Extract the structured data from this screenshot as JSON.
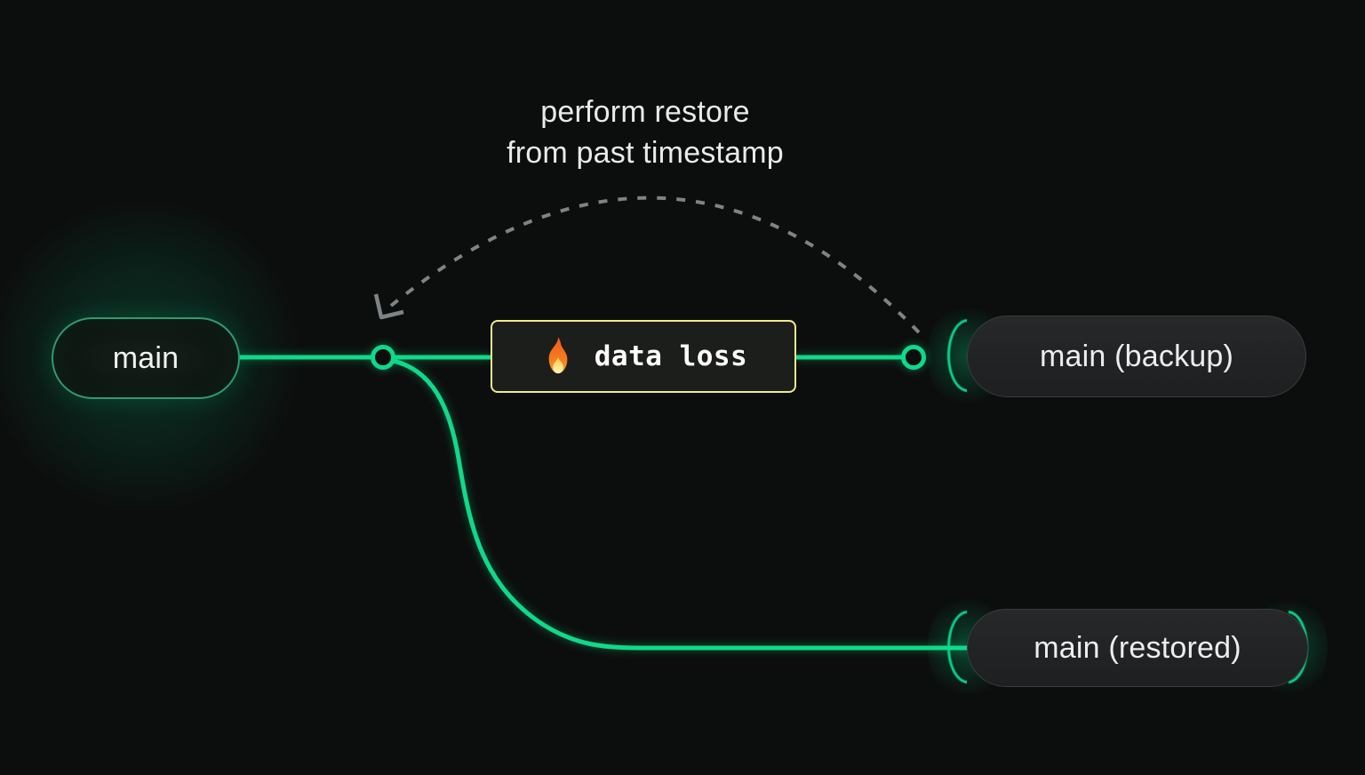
{
  "diagram": {
    "annotation": {
      "line1": "perform restore",
      "line2": "from past timestamp"
    },
    "nodes": {
      "main": {
        "label": "main"
      },
      "backup": {
        "label": "main (backup)"
      },
      "restored": {
        "label": "main (restored)"
      }
    },
    "event": {
      "label": "data loss",
      "icon": "fire-icon",
      "emoji": "🔥"
    },
    "colors": {
      "background": "#0c0e0d",
      "branch_green": "#0fd98a",
      "main_node_border": "#2e9c70",
      "event_border_yellow": "#eeec8a",
      "event_fill": "#1c1e1b",
      "arrow_gray": "#7e8386",
      "node_fill_gray": "#222426",
      "node_border_gray": "#3a3d3f",
      "text_light": "#e9eaea"
    }
  }
}
